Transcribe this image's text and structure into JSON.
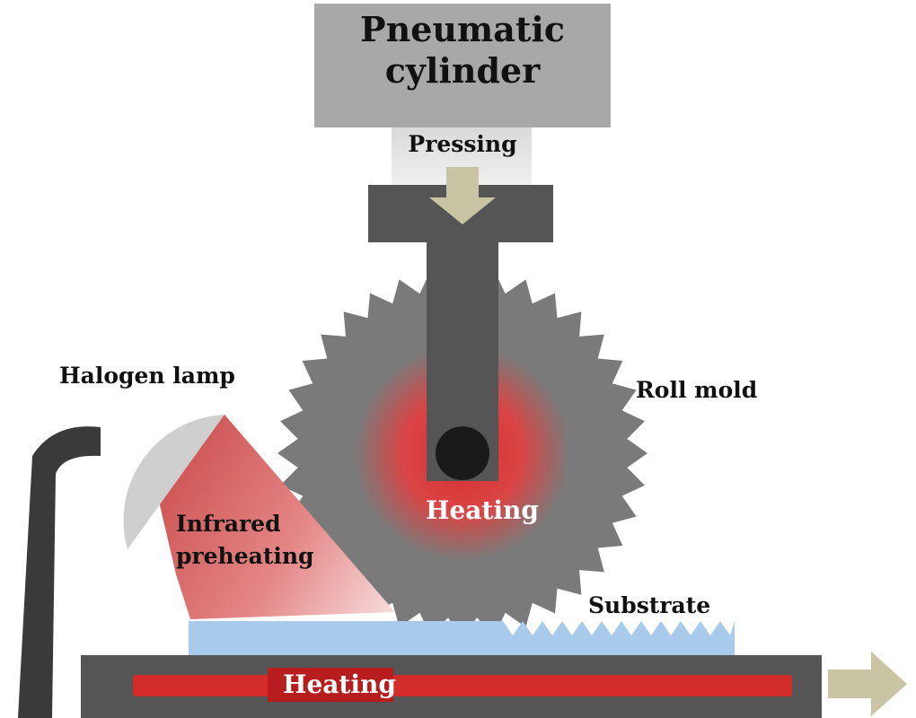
{
  "labels": {
    "cylinder_line1": "Pneumatic",
    "cylinder_line2": "cylinder",
    "pressing": "Pressing",
    "halogen_lamp": "Halogen lamp",
    "roll_mold": "Roll mold",
    "infrared_line1": "Infrared",
    "infrared_line2": "preheating",
    "substrate": "Substrate",
    "heating_roll": "Heating",
    "heating_bed": "Heating"
  },
  "colors": {
    "cylinder": "#a8a8a8",
    "frame": "#555555",
    "roll": "#7a7a7a",
    "heat": "#d42b2b",
    "substrate": "#a9cbeb",
    "arrow": "#c9c4a3",
    "lamp": "#cfcfcf",
    "lamp_stand": "#3a3a3a"
  }
}
